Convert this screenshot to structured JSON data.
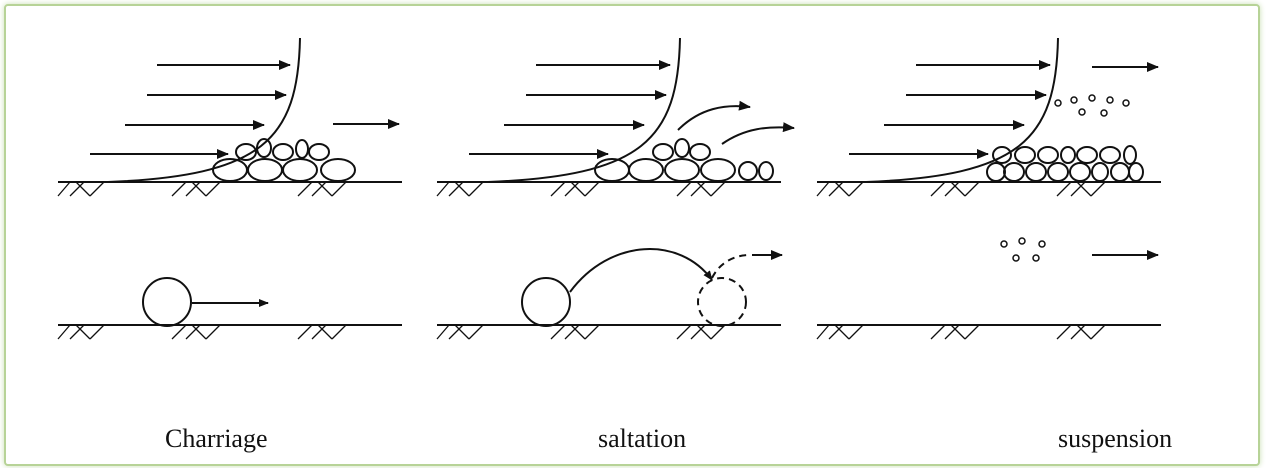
{
  "captions": {
    "charriage": "Charriage",
    "saltation": "saltation",
    "suspension": "suspension"
  },
  "colors": {
    "frame_border": "#b7d397",
    "ink": "#111111"
  }
}
